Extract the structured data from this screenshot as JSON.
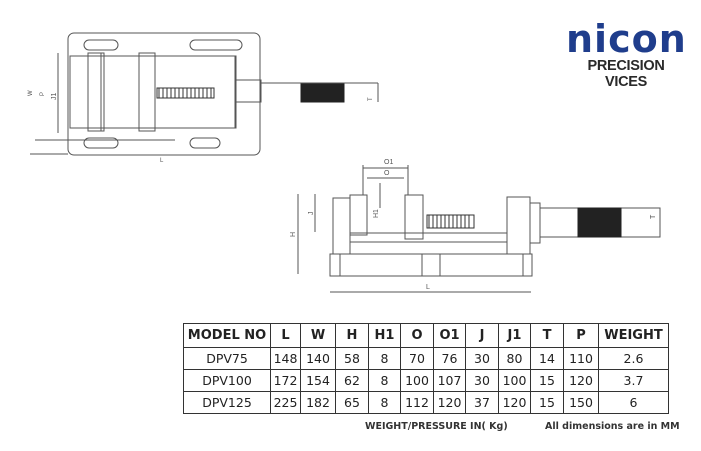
{
  "brand": {
    "name": "nicon",
    "tagline": "PRECISION VICES",
    "color": "#1f3d8c"
  },
  "drawing_labels": {
    "top_view": {
      "dim_1": "W",
      "dim_2": "P",
      "dim_3": "J1",
      "bottom": "L",
      "handle": "T"
    },
    "side_view": {
      "O1": "O1",
      "O": "O",
      "H1": "H1",
      "J": "J",
      "H": "H",
      "L": "L",
      "handle": "T"
    }
  },
  "table": {
    "headers": [
      "MODEL NO",
      "L",
      "W",
      "H",
      "H1",
      "O",
      "O1",
      "J",
      "J1",
      "T",
      "P",
      "WEIGHT"
    ],
    "rows": [
      [
        "DPV75",
        "148",
        "140",
        "58",
        "8",
        "70",
        "76",
        "30",
        "80",
        "14",
        "110",
        "2.6"
      ],
      [
        "DPV100",
        "172",
        "154",
        "62",
        "8",
        "100",
        "107",
        "30",
        "100",
        "15",
        "120",
        "3.7"
      ],
      [
        "DPV125",
        "225",
        "182",
        "65",
        "8",
        "112",
        "120",
        "37",
        "120",
        "15",
        "150",
        "6"
      ]
    ]
  },
  "notes": {
    "weight": "WEIGHT/PRESSURE IN( Kg)",
    "units": "All dimensions are in MM"
  }
}
